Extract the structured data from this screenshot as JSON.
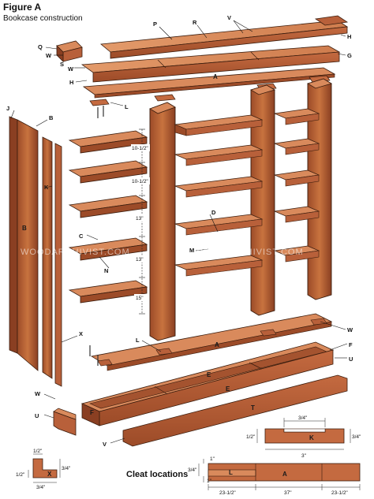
{
  "title": "Figure A",
  "subtitle": "Bookcase construction",
  "cleat_title": "Cleat locations",
  "watermark": "WOODARCHIVIST.COM",
  "colors": {
    "wood_face": "#b8603a",
    "wood_top": "#d98a5c",
    "wood_dark": "#8a3f22",
    "wood_light": "#e8a579",
    "outline": "#3b1d0e"
  },
  "part_labels": {
    "P": "P",
    "R": "R",
    "V": "V",
    "Q": "Q",
    "W": "W",
    "S": "S",
    "H": "H",
    "G": "G",
    "A": "A",
    "L": "L",
    "J": "J",
    "B": "B",
    "K": "K",
    "C": "C",
    "N": "N",
    "D": "D",
    "M": "M",
    "X": "X",
    "E": "E",
    "F": "F",
    "U": "U",
    "T": "T"
  },
  "shelf_spacing": [
    "10-1/2\"",
    "10-1/2\"",
    "13\"",
    "13\"",
    "15\""
  ],
  "k_detail": {
    "top_width": "3/4\"",
    "left_height": "1/2\"",
    "right_height": "3/4\"",
    "length": "3\"",
    "label": "K"
  },
  "x_detail": {
    "top": "1/2\"",
    "right": "3/4\"",
    "left": "1/2\"",
    "bottom": "3/4\"",
    "label": "X"
  },
  "cleat_detail": {
    "top_gap": "1\"",
    "height": "3/4\"",
    "bottom_gap": "1\"",
    "segments": [
      "23-1/2\"",
      "37\"",
      "23-1/2\""
    ],
    "labels": [
      "L",
      "A"
    ]
  }
}
